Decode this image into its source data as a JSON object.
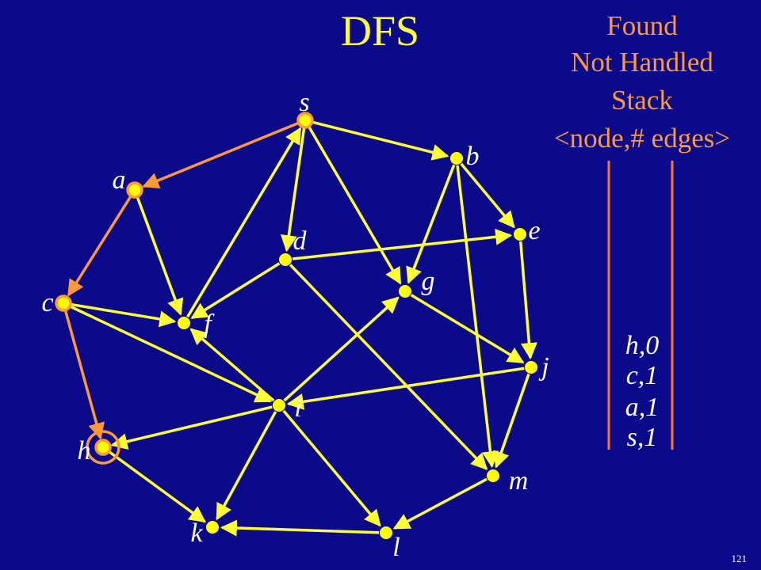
{
  "title": "DFS",
  "legend": {
    "found": "Found",
    "not_handled": "Not Handled",
    "stack": "Stack",
    "stack_format": "<node,# edges>"
  },
  "colors": {
    "background": "#0a0a8a",
    "edge": "#ffff33",
    "tree_edge": "#ff9933",
    "node": "#ffff00",
    "node_found": "#ff9933",
    "label": "#ffffff",
    "stack_bar": "#ff7722"
  },
  "nodes": [
    {
      "id": "s",
      "label": "s",
      "state": "found"
    },
    {
      "id": "a",
      "label": "a",
      "state": "found"
    },
    {
      "id": "b",
      "label": "b",
      "state": "normal"
    },
    {
      "id": "c",
      "label": "c",
      "state": "found"
    },
    {
      "id": "d",
      "label": "d",
      "state": "normal"
    },
    {
      "id": "e",
      "label": "e",
      "state": "normal"
    },
    {
      "id": "f",
      "label": "f",
      "state": "normal"
    },
    {
      "id": "g",
      "label": "g",
      "state": "normal"
    },
    {
      "id": "h",
      "label": "h",
      "state": "current"
    },
    {
      "id": "i",
      "label": "i",
      "state": "normal"
    },
    {
      "id": "j",
      "label": "j",
      "state": "normal"
    },
    {
      "id": "k",
      "label": "k",
      "state": "normal"
    },
    {
      "id": "l",
      "label": "l",
      "state": "normal"
    },
    {
      "id": "m",
      "label": "m",
      "state": "normal"
    }
  ],
  "edges": [
    {
      "from": "s",
      "to": "a",
      "tree": true
    },
    {
      "from": "a",
      "to": "c",
      "tree": true
    },
    {
      "from": "c",
      "to": "h",
      "tree": true
    },
    {
      "from": "s",
      "to": "b",
      "tree": false
    },
    {
      "from": "s",
      "to": "d",
      "tree": false
    },
    {
      "from": "s",
      "to": "g",
      "tree": false
    },
    {
      "from": "f",
      "to": "s",
      "tree": false
    },
    {
      "from": "a",
      "to": "f",
      "tree": false
    },
    {
      "from": "b",
      "to": "e",
      "tree": false
    },
    {
      "from": "b",
      "to": "g",
      "tree": false
    },
    {
      "from": "b",
      "to": "m",
      "tree": false
    },
    {
      "from": "d",
      "to": "e",
      "tree": false
    },
    {
      "from": "d",
      "to": "f",
      "tree": false
    },
    {
      "from": "d",
      "to": "m",
      "tree": false
    },
    {
      "from": "c",
      "to": "f",
      "tree": false
    },
    {
      "from": "c",
      "to": "i",
      "tree": false
    },
    {
      "from": "e",
      "to": "j",
      "tree": false
    },
    {
      "from": "g",
      "to": "j",
      "tree": false
    },
    {
      "from": "i",
      "to": "g",
      "tree": false
    },
    {
      "from": "i",
      "to": "f",
      "tree": false
    },
    {
      "from": "i",
      "to": "h",
      "tree": false
    },
    {
      "from": "i",
      "to": "k",
      "tree": false
    },
    {
      "from": "i",
      "to": "l",
      "tree": false
    },
    {
      "from": "j",
      "to": "i",
      "tree": false
    },
    {
      "from": "j",
      "to": "m",
      "tree": false
    },
    {
      "from": "h",
      "to": "k",
      "tree": false
    },
    {
      "from": "m",
      "to": "l",
      "tree": false
    },
    {
      "from": "l",
      "to": "k",
      "tree": false
    }
  ],
  "stack": [
    "h,0",
    "c,1",
    "a,1",
    "s,1"
  ],
  "slide_number": "121"
}
